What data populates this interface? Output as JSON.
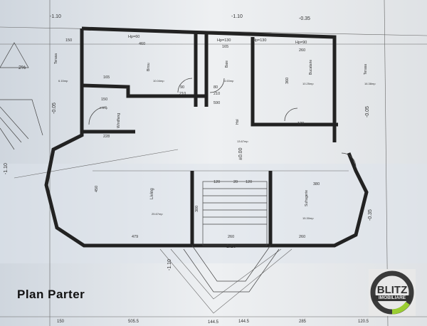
{
  "title": "Plan Parter",
  "logo": {
    "line1": "BLITZ",
    "line2": "IMOBILIARE",
    "ring_color": "#3a3a3a",
    "accent_color": "#9acd32"
  },
  "rooms": [
    {
      "name": "Terasa",
      "area": "6.15mp"
    },
    {
      "name": "Birou",
      "area": "10.04mp"
    },
    {
      "name": "Baie",
      "area": "4.63mp"
    },
    {
      "name": "Bucatarie",
      "area": "10.25mp"
    },
    {
      "name": "Terasa",
      "area": "16.38mp"
    },
    {
      "name": "Windfang",
      "area": "2.8mp"
    },
    {
      "name": "Hol",
      "area": "13.67mp"
    },
    {
      "name": "Living",
      "area": "25.67mp"
    },
    {
      "name": "Sufragerie",
      "area": "15.30mp"
    }
  ],
  "levels": [
    "-1.10",
    "-1.10",
    "-0.35",
    "-0.05",
    "-0.05",
    "±0.00",
    "-0.35",
    "-1.10",
    "-1.10",
    "1.25",
    "2%"
  ],
  "dimensions": {
    "top": [
      "150",
      "Hp=60",
      "460",
      "Hp=130",
      "165",
      "Hp=130",
      "Hp=90",
      "260"
    ],
    "inner": [
      "165",
      "150",
      "228",
      "90",
      "210",
      "80",
      "210",
      "590",
      "120",
      "360",
      "479",
      "260",
      "260",
      "300",
      "450",
      "380",
      "120",
      "20",
      "120"
    ],
    "bottom": [
      "150",
      "505.5",
      "144.5",
      "144.5",
      "285",
      "120.5"
    ]
  }
}
